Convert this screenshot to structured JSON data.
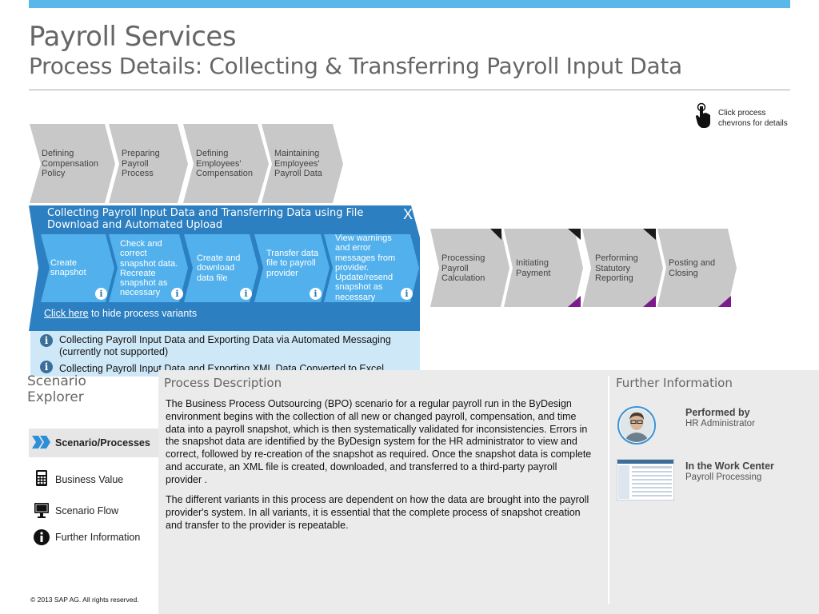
{
  "header": {
    "title": "Payroll Services",
    "subtitle": "Process Details: Collecting & Transferring Payroll Input Data",
    "hint": "Click process chevrons for details",
    "hint_icon": "pointing-hand-icon"
  },
  "colors": {
    "accent_blue": "#5ab7ea",
    "panel_blue": "#2c7fc1",
    "subchevron_blue": "#52b1ec",
    "chevron_gray": "#c8c8c8",
    "purple_marker": "#7a1a8c"
  },
  "top_chevrons": [
    {
      "label": "Defining Compensation Policy"
    },
    {
      "label": "Preparing Payroll Process"
    },
    {
      "label": "Defining Employees' Compensation"
    },
    {
      "label": "Maintaining Employees' Payroll Data"
    }
  ],
  "variant": {
    "title": "Collecting Payroll Input Data and Transferring Data using File Download and Automated Upload",
    "close": "X",
    "steps": [
      {
        "label": "Create snapshot",
        "info": "i"
      },
      {
        "label": "Check and correct snapshot data. Recreate snapshot as necessary",
        "info": "i"
      },
      {
        "label": "Create and download data file",
        "info": "i"
      },
      {
        "label": "Transfer data file to payroll provider",
        "info": "i"
      },
      {
        "label": "View warnings and error messages from provider. Update/resend snapshot as necessary",
        "info": "i"
      }
    ],
    "hide_link": "Click here",
    "hide_text": " to hide process variants"
  },
  "right_chevrons": [
    {
      "label": "Processing Payroll Calculation"
    },
    {
      "label": "Initiating Payment"
    },
    {
      "label": "Performing Statutory Reporting"
    },
    {
      "label": "Posting and Closing"
    }
  ],
  "alternatives": [
    {
      "label": "Collecting Payroll Input Data and Exporting Data via Automated Messaging (currently not supported)",
      "icon": "i"
    },
    {
      "label": "Collecting Payroll Input Data and Exporting XML Data Converted to Excel",
      "icon": "i"
    }
  ],
  "explorer": {
    "title": "Scenario Explorer",
    "items": [
      {
        "label": "Scenario/Processes",
        "icon": "double-chevron-icon"
      },
      {
        "label": "Business Value",
        "icon": "calculator-icon"
      },
      {
        "label": "Scenario Flow",
        "icon": "monitor-icon"
      },
      {
        "label": "Further Information",
        "icon": "info-icon"
      }
    ]
  },
  "process_description": {
    "title": "Process Description",
    "paragraphs": [
      "The Business Process Outsourcing (BPO) scenario for a regular payroll run in the ByDesign environment begins with the collection of all new or changed payroll, compensation, and time data into a payroll snapshot, which is then systematically validated for inconsistencies. Errors in the snapshot data are identified by the ByDesign system for the HR administrator to view and correct, followed by re-creation of the snapshot as required. Once the snapshot data is complete and accurate, an XML file is created, downloaded, and transferred to a third-party payroll provider .",
      "The different variants in this process are dependent on how the data are brought into the payroll provider's system. In all variants, it is essential that the complete process of snapshot creation and transfer to the provider is repeatable."
    ]
  },
  "further_info": {
    "title": "Further Information",
    "performed_by_label": "Performed by",
    "performed_by_value": "HR Administrator",
    "work_center_label": "In the Work Center",
    "work_center_value": "Payroll Processing"
  },
  "footer": {
    "copyright": "© 2013 SAP AG. All rights reserved."
  }
}
